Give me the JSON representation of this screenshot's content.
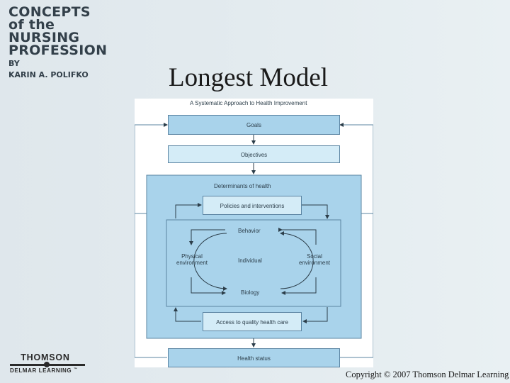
{
  "book": {
    "title_line1": "CONCEPTS",
    "title_line2": "of the",
    "title_line3": "NURSING",
    "title_line4": "PROFESSION",
    "by_label": "BY",
    "author": "KARIN A. POLIFKO"
  },
  "slide": {
    "title": "Longest Model"
  },
  "figure": {
    "caption": "A Systematic Approach to Health Improvement",
    "goals": "Goals",
    "objectives": "Objectives",
    "determinants": "Determinants of health",
    "policies": "Policies and interventions",
    "behavior": "Behavior",
    "physical": "Physical environment",
    "individual": "Individual",
    "social": "Social environment",
    "biology": "Biology",
    "access": "Access to quality health care",
    "health_status": "Health status"
  },
  "publisher": {
    "name": "THOMSON",
    "division": "DELMAR LEARNING",
    "tm": "™"
  },
  "footer": {
    "copyright": "Copyright © 2007 Thomson Delmar Learning"
  },
  "colors": {
    "box_dark": "#a9d3eb",
    "box_light": "#d4ecf7",
    "outline": "#5b84a2"
  }
}
